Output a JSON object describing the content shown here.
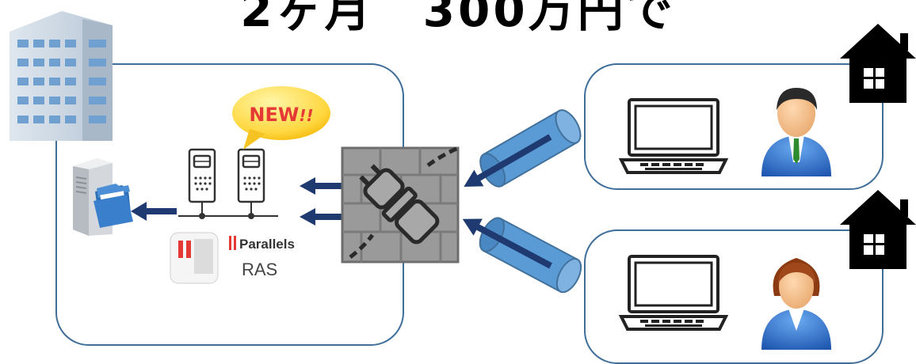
{
  "title": "2ヶ月　300万円で",
  "badge": {
    "label": "NEW",
    "marks": "!!"
  },
  "parallels": {
    "brand": "Parallels",
    "product": "RAS"
  },
  "icons": {
    "office": "office-building-icon",
    "file_server": "file-server-icon",
    "gateway": "gateway-server-icon",
    "firewall": "firewall-icon",
    "plug": "plug-icon",
    "home": "house-icon",
    "laptop": "laptop-icon",
    "user_male": "businessman-avatar-icon",
    "user_female": "businesswoman-avatar-icon"
  },
  "colors": {
    "box_border": "#3f6e99",
    "arrow": "#1f3a70",
    "tunnel": "#5b9bd5",
    "firewall": "#9a9a9a",
    "badge_bg": "#ffd740",
    "badge_text": "#e53935"
  }
}
